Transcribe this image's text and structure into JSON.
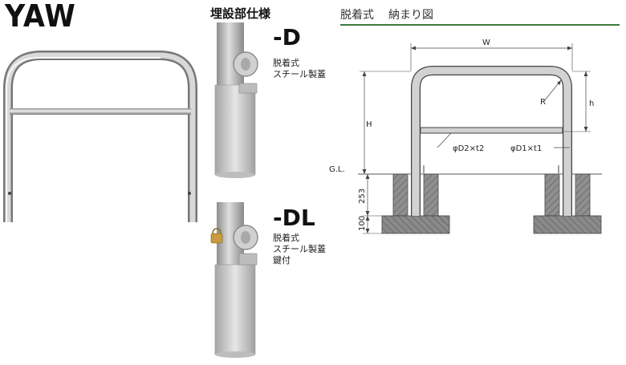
{
  "product": {
    "series_name": "YAW"
  },
  "embed_spec": {
    "title": "埋設部仕様",
    "options": [
      {
        "code": "-D",
        "lines": [
          "脱着式",
          "スチール製蓋"
        ]
      },
      {
        "code": "-DL",
        "lines": [
          "脱着式",
          "スチール製蓋",
          "鍵付"
        ]
      }
    ]
  },
  "diagram": {
    "title_left": "脱着式",
    "title_right": "納まり図",
    "labels": {
      "width": "W",
      "radius": "R",
      "height": "H",
      "sub_height": "h",
      "crossbar_pipe": "φD2×t2",
      "main_pipe": "φD1×t1",
      "ground_level": "G.L.",
      "embed_depth": "253",
      "base_depth": "100"
    }
  },
  "colors": {
    "accent_rule": "#3d7a3d",
    "steel": "#b8b8b8",
    "concrete": "#9a9a9a"
  }
}
